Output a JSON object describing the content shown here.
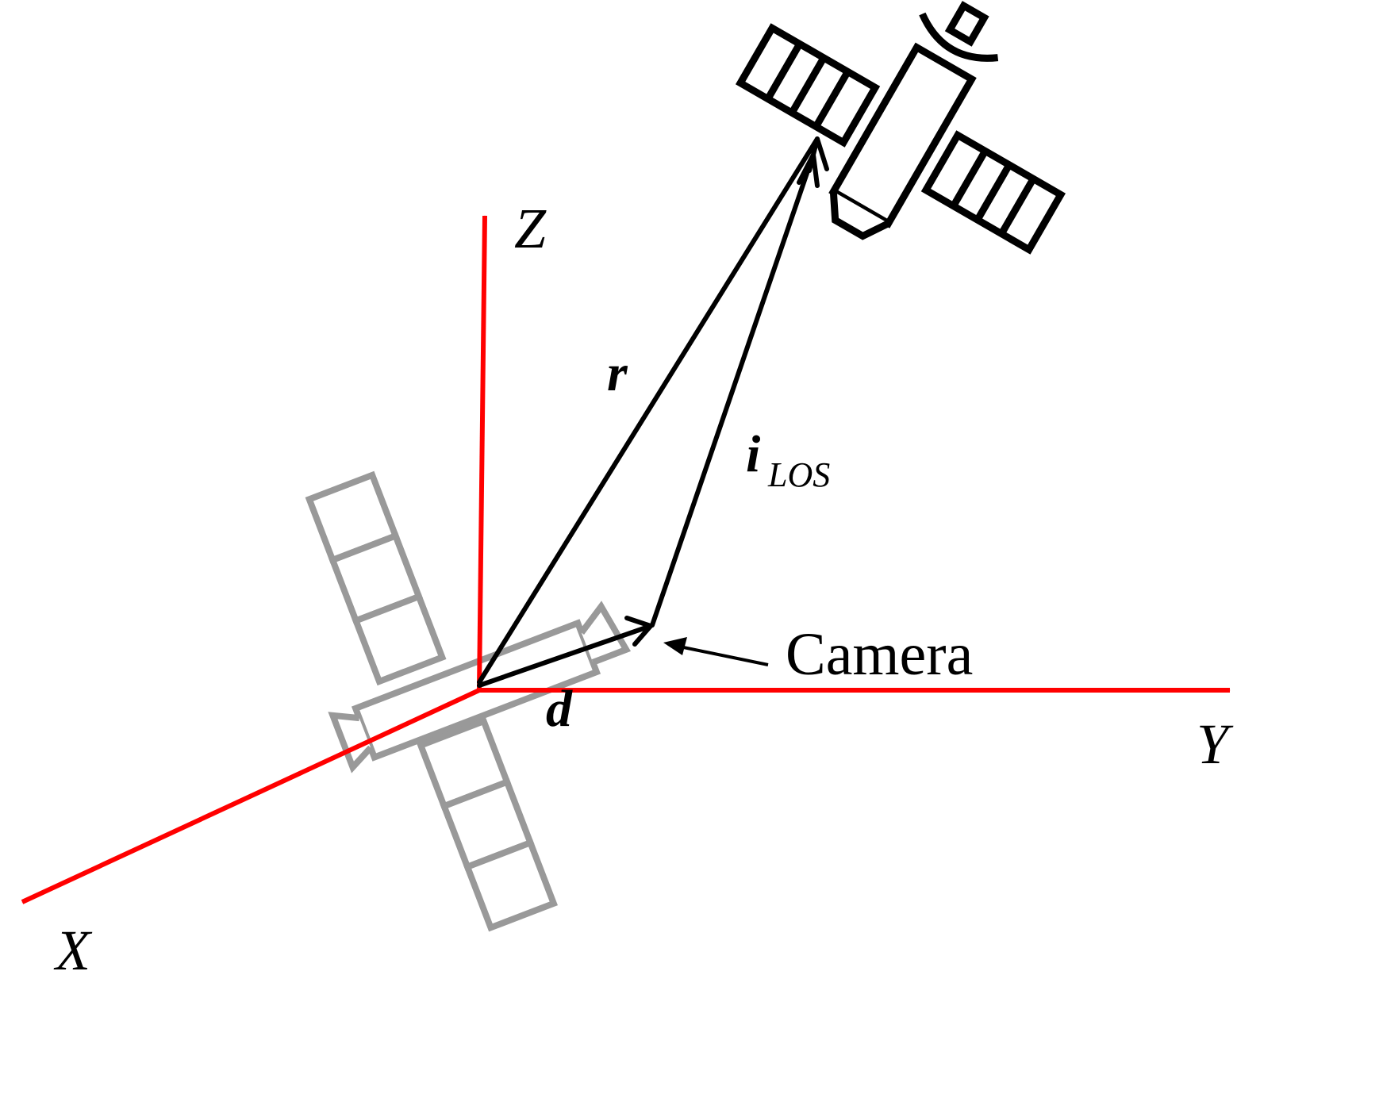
{
  "axes": {
    "x_label": "X",
    "y_label": "Y",
    "z_label": "Z",
    "color": "#ff0000"
  },
  "vectors": {
    "r_label": "r",
    "los_label": "i",
    "los_subscript": "LOS",
    "d_label": "d"
  },
  "annotations": {
    "camera_label": "Camera"
  },
  "colors": {
    "target_satellite": "#000000",
    "host_satellite": "#999999"
  }
}
